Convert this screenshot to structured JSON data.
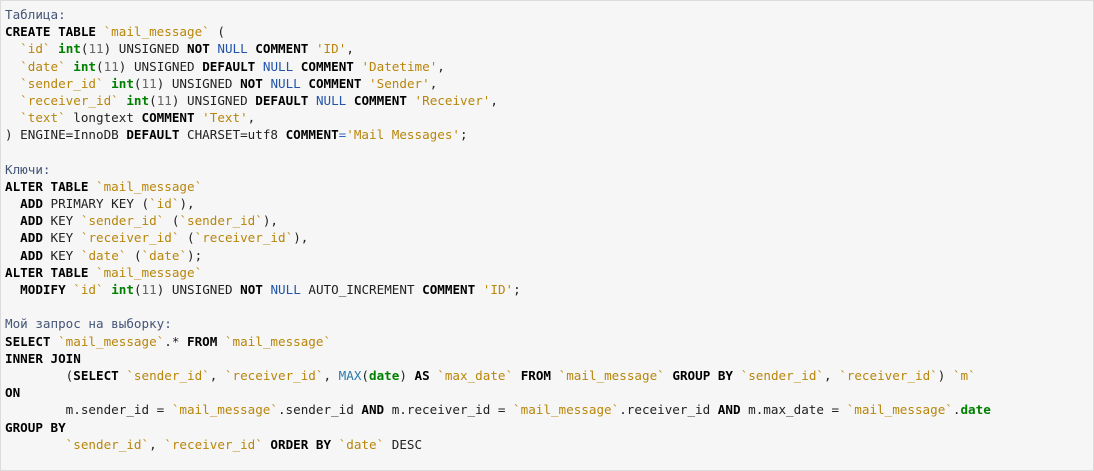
{
  "code_lines": [
    [
      [
        "comment",
        "Таблица:"
      ]
    ],
    [
      [
        "keyword",
        "CREATE TABLE "
      ],
      [
        "string",
        "`mail_message`"
      ],
      [
        "plain",
        " ("
      ]
    ],
    [
      [
        "plain",
        "  "
      ],
      [
        "string",
        "`id`"
      ],
      [
        "plain",
        " "
      ],
      [
        "type",
        "int"
      ],
      [
        "plain",
        "("
      ],
      [
        "number",
        "11"
      ],
      [
        "plain",
        ") UNSIGNED "
      ],
      [
        "keyword",
        "NOT "
      ],
      [
        "literal",
        "NULL "
      ],
      [
        "keyword",
        "COMMENT "
      ],
      [
        "string",
        "'ID'"
      ],
      [
        "plain",
        ","
      ]
    ],
    [
      [
        "plain",
        "  "
      ],
      [
        "string",
        "`date`"
      ],
      [
        "plain",
        " "
      ],
      [
        "type",
        "int"
      ],
      [
        "plain",
        "("
      ],
      [
        "number",
        "11"
      ],
      [
        "plain",
        ") UNSIGNED "
      ],
      [
        "keyword",
        "DEFAULT "
      ],
      [
        "literal",
        "NULL "
      ],
      [
        "keyword",
        "COMMENT "
      ],
      [
        "string",
        "'Datetime'"
      ],
      [
        "plain",
        ","
      ]
    ],
    [
      [
        "plain",
        "  "
      ],
      [
        "string",
        "`sender_id`"
      ],
      [
        "plain",
        " "
      ],
      [
        "type",
        "int"
      ],
      [
        "plain",
        "("
      ],
      [
        "number",
        "11"
      ],
      [
        "plain",
        ") UNSIGNED "
      ],
      [
        "keyword",
        "NOT "
      ],
      [
        "literal",
        "NULL "
      ],
      [
        "keyword",
        "COMMENT "
      ],
      [
        "string",
        "'Sender'"
      ],
      [
        "plain",
        ","
      ]
    ],
    [
      [
        "plain",
        "  "
      ],
      [
        "string",
        "`receiver_id`"
      ],
      [
        "plain",
        " "
      ],
      [
        "type",
        "int"
      ],
      [
        "plain",
        "("
      ],
      [
        "number",
        "11"
      ],
      [
        "plain",
        ") UNSIGNED "
      ],
      [
        "keyword",
        "DEFAULT "
      ],
      [
        "literal",
        "NULL "
      ],
      [
        "keyword",
        "COMMENT "
      ],
      [
        "string",
        "'Receiver'"
      ],
      [
        "plain",
        ","
      ]
    ],
    [
      [
        "plain",
        "  "
      ],
      [
        "string",
        "`text`"
      ],
      [
        "plain",
        " longtext "
      ],
      [
        "keyword",
        "COMMENT "
      ],
      [
        "string",
        "'Text'"
      ],
      [
        "plain",
        ","
      ]
    ],
    [
      [
        "plain",
        ") ENGINE=InnoDB "
      ],
      [
        "keyword",
        "DEFAULT "
      ],
      [
        "plain",
        "CHARSET=utf8 "
      ],
      [
        "keyword",
        "COMMENT"
      ],
      [
        "op",
        "="
      ],
      [
        "string",
        "'Mail Messages'"
      ],
      [
        "plain",
        ";"
      ]
    ],
    [],
    [
      [
        "comment",
        "Ключи:"
      ]
    ],
    [
      [
        "keyword",
        "ALTER TABLE "
      ],
      [
        "string",
        "`mail_message`"
      ]
    ],
    [
      [
        "plain",
        "  "
      ],
      [
        "keyword",
        "ADD "
      ],
      [
        "plain",
        "PRIMARY KEY ("
      ],
      [
        "string",
        "`id`"
      ],
      [
        "plain",
        "),"
      ]
    ],
    [
      [
        "plain",
        "  "
      ],
      [
        "keyword",
        "ADD "
      ],
      [
        "plain",
        "KEY "
      ],
      [
        "string",
        "`sender_id`"
      ],
      [
        "plain",
        " ("
      ],
      [
        "string",
        "`sender_id`"
      ],
      [
        "plain",
        "),"
      ]
    ],
    [
      [
        "plain",
        "  "
      ],
      [
        "keyword",
        "ADD "
      ],
      [
        "plain",
        "KEY "
      ],
      [
        "string",
        "`receiver_id`"
      ],
      [
        "plain",
        " ("
      ],
      [
        "string",
        "`receiver_id`"
      ],
      [
        "plain",
        "),"
      ]
    ],
    [
      [
        "plain",
        "  "
      ],
      [
        "keyword",
        "ADD "
      ],
      [
        "plain",
        "KEY "
      ],
      [
        "string",
        "`date`"
      ],
      [
        "plain",
        " ("
      ],
      [
        "string",
        "`date`"
      ],
      [
        "plain",
        ");"
      ]
    ],
    [
      [
        "keyword",
        "ALTER TABLE "
      ],
      [
        "string",
        "`mail_message`"
      ]
    ],
    [
      [
        "plain",
        "  "
      ],
      [
        "keyword",
        "MODIFY "
      ],
      [
        "string",
        "`id`"
      ],
      [
        "plain",
        " "
      ],
      [
        "type",
        "int"
      ],
      [
        "plain",
        "("
      ],
      [
        "number",
        "11"
      ],
      [
        "plain",
        ") UNSIGNED "
      ],
      [
        "keyword",
        "NOT "
      ],
      [
        "literal",
        "NULL "
      ],
      [
        "plain",
        "AUTO_INCREMENT "
      ],
      [
        "keyword",
        "COMMENT "
      ],
      [
        "string",
        "'ID'"
      ],
      [
        "plain",
        ";"
      ]
    ],
    [],
    [
      [
        "comment",
        "Мой запрос на выборку:"
      ]
    ],
    [
      [
        "keyword",
        "SELECT "
      ],
      [
        "string",
        "`mail_message`"
      ],
      [
        "plain",
        ".* "
      ],
      [
        "keyword",
        "FROM "
      ],
      [
        "string",
        "`mail_message`"
      ]
    ],
    [
      [
        "keyword",
        "INNER JOIN"
      ]
    ],
    [
      [
        "plain",
        "        ("
      ],
      [
        "keyword",
        "SELECT "
      ],
      [
        "string",
        "`sender_id`"
      ],
      [
        "plain",
        ", "
      ],
      [
        "string",
        "`receiver_id`"
      ],
      [
        "plain",
        ", "
      ],
      [
        "func",
        "MAX"
      ],
      [
        "plain",
        "("
      ],
      [
        "type",
        "date"
      ],
      [
        "plain",
        ") "
      ],
      [
        "keyword",
        "AS "
      ],
      [
        "string",
        "`max_date`"
      ],
      [
        "plain",
        " "
      ],
      [
        "keyword",
        "FROM "
      ],
      [
        "string",
        "`mail_message`"
      ],
      [
        "plain",
        " "
      ],
      [
        "keyword",
        "GROUP BY "
      ],
      [
        "string",
        "`sender_id`"
      ],
      [
        "plain",
        ", "
      ],
      [
        "string",
        "`receiver_id`"
      ],
      [
        "plain",
        ") "
      ],
      [
        "string",
        "`m`"
      ]
    ],
    [
      [
        "keyword",
        "ON"
      ]
    ],
    [
      [
        "plain",
        "        m.sender_id = "
      ],
      [
        "string",
        "`mail_message`"
      ],
      [
        "plain",
        ".sender_id "
      ],
      [
        "keyword",
        "AND "
      ],
      [
        "plain",
        "m.receiver_id = "
      ],
      [
        "string",
        "`mail_message`"
      ],
      [
        "plain",
        ".receiver_id "
      ],
      [
        "keyword",
        "AND "
      ],
      [
        "plain",
        "m.max_date = "
      ],
      [
        "string",
        "`mail_message`"
      ],
      [
        "plain",
        "."
      ],
      [
        "type",
        "date"
      ]
    ],
    [
      [
        "keyword",
        "GROUP BY"
      ]
    ],
    [
      [
        "plain",
        "        "
      ],
      [
        "string",
        "`sender_id`"
      ],
      [
        "plain",
        ", "
      ],
      [
        "string",
        "`receiver_id`"
      ],
      [
        "plain",
        " "
      ],
      [
        "keyword",
        "ORDER BY "
      ],
      [
        "string",
        "`date`"
      ],
      [
        "plain",
        " DESC"
      ]
    ]
  ],
  "colors": {
    "background": "#f6f6f6",
    "border": "#dcdcdc",
    "comment": "#445577",
    "keyword": "#000000",
    "type": "#008000",
    "string": "#b8860b",
    "number": "#666666",
    "literal": "#2255aa",
    "func": "#2a7ab0"
  }
}
